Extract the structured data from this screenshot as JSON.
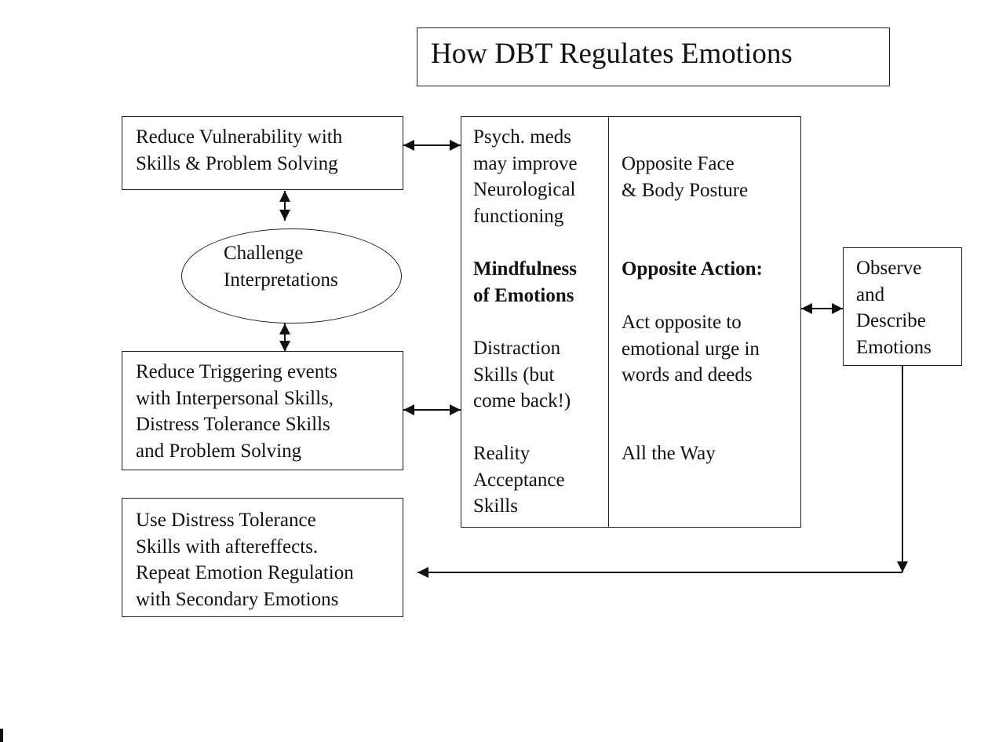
{
  "title": "How DBT Regulates Emotions",
  "left_column": {
    "vulnerability": "Reduce Vulnerability with\nSkills & Problem Solving",
    "challenge": "Challenge\nInterpretations",
    "triggering": "Reduce Triggering events\nwith Interpersonal Skills,\nDistress Tolerance Skills\nand Problem Solving",
    "distress_tolerance": "Use Distress Tolerance\nSkills with aftereffects.\nRepeat Emotion Regulation\nwith Secondary Emotions"
  },
  "center_left": {
    "meds": "Psych. meds\nmay improve\nNeurological\nfunctioning",
    "mindfulness": "Mindfulness\nof Emotions",
    "distraction": "Distraction\nSkills (but\ncome back!)",
    "reality": "Reality\nAcceptance\nSkills"
  },
  "center_right": {
    "face": "Opposite Face\n& Body Posture",
    "opposite_action_heading": "Opposite Action:",
    "opposite_action_desc": "Act opposite to\nemotional urge in\nwords and deeds",
    "all_the_way": "All the Way"
  },
  "observe": "Observe\nand\nDescribe\nEmotions"
}
